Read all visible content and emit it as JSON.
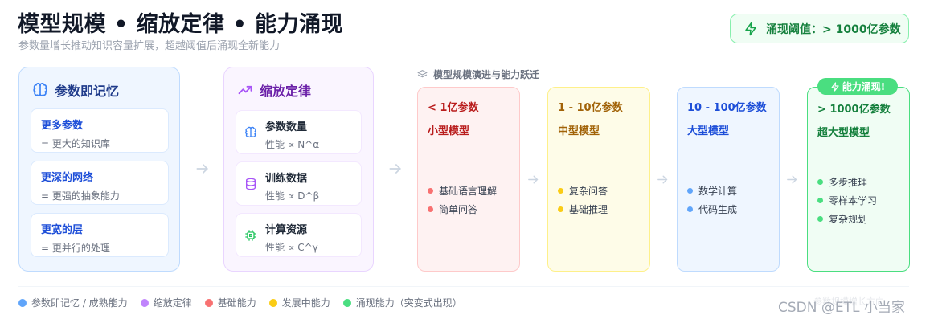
{
  "header": {
    "title": "模型规模 • 缩放定律 • 能力涌现",
    "subtitle": "参数量增长推动知识容量扩展，超越阈值后涌现全新能力",
    "threshold": "涌现阈值：> 1000亿参数",
    "threshold_icon": "lightning-icon"
  },
  "memory": {
    "title": "参数即记忆",
    "icon": "brain-icon",
    "items": [
      {
        "title": "更多参数",
        "desc": "= 更大的知识库"
      },
      {
        "title": "更深的网络",
        "desc": "= 更强的抽象能力"
      },
      {
        "title": "更宽的层",
        "desc": "= 更并行的处理"
      }
    ]
  },
  "scaling": {
    "title": "缩放定律",
    "icon": "trending-up-icon",
    "items": [
      {
        "title": "参数数量",
        "desc": "性能 ∝ N^α",
        "icon": "brain-icon"
      },
      {
        "title": "训练数据",
        "desc": "性能 ∝ D^β",
        "icon": "database-icon"
      },
      {
        "title": "计算资源",
        "desc": "性能 ∝ C^γ",
        "icon": "chip-icon"
      }
    ]
  },
  "evolution": {
    "label": "模型规模演进与能力跃迁",
    "icon": "layers-icon",
    "badge": "能力涌现!",
    "stages": [
      {
        "range": "< 1亿参数",
        "name": "小型模型",
        "color": "#f87171",
        "abilities": [
          "基础语言理解",
          "简单问答"
        ]
      },
      {
        "range": "1 - 10亿参数",
        "name": "中型模型",
        "color": "#facc15",
        "abilities": [
          "复杂问答",
          "基础推理"
        ]
      },
      {
        "range": "10 - 100亿参数",
        "name": "大型模型",
        "color": "#60a5fa",
        "abilities": [
          "数学计算",
          "代码生成"
        ]
      },
      {
        "range": "> 1000亿参数",
        "name": "超大型模型",
        "color": "#4ade80",
        "abilities": [
          "多步推理",
          "零样本学习",
          "复杂规划"
        ]
      }
    ]
  },
  "legend": [
    {
      "label": "参数即记忆 / 成熟能力",
      "color": "#60a5fa"
    },
    {
      "label": "缩放定律",
      "color": "#c084fc"
    },
    {
      "label": "基础能力",
      "color": "#f87171"
    },
    {
      "label": "发展中能力",
      "color": "#facc15"
    },
    {
      "label": "涌现能力（突变式出现）",
      "color": "#4ade80"
    }
  ],
  "watermark": "CSDN @ETL 小当家",
  "watermark_faint": "参数规模增长方向"
}
